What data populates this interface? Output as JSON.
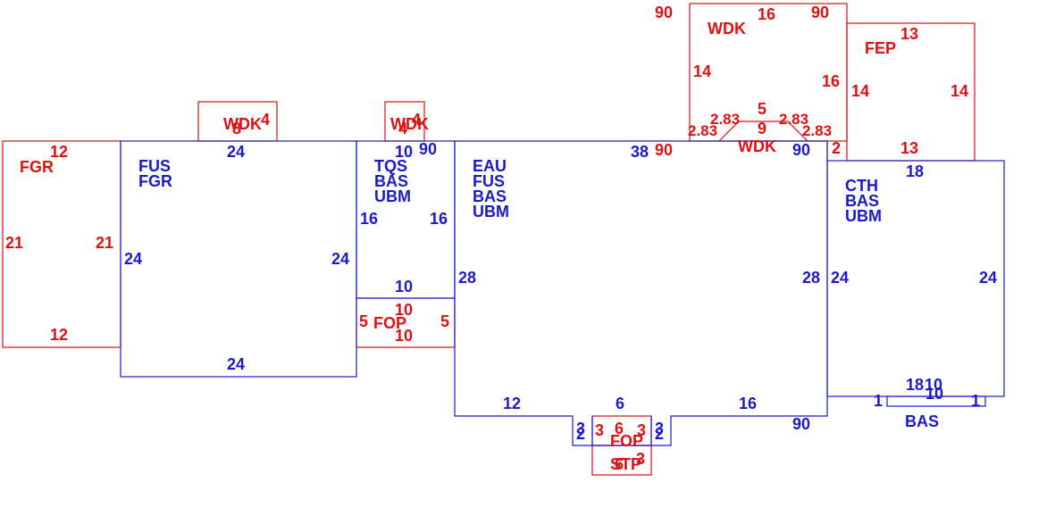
{
  "colors": {
    "red": "#dd1111",
    "blue": "#1a1acc",
    "background": "#ffffff"
  },
  "labels": {
    "fgr_garage": [
      "FGR"
    ],
    "fus_fgr": [
      "FUS",
      "FGR"
    ],
    "tqs_block": [
      "TQS",
      "BAS",
      "UBM"
    ],
    "eau_block": [
      "EAU",
      "FUS",
      "BAS",
      "UBM"
    ],
    "cth_block": [
      "CTH",
      "BAS",
      "UBM"
    ],
    "wdk_top": "WDK",
    "fep": "FEP",
    "wdk_small_1": "WDK",
    "wdk_small_2": "WDK",
    "wdk_mid": "WDK",
    "fop_left": "FOP",
    "fop_bottom": "FOP",
    "stp": "STP",
    "bas_bottom": "BAS"
  },
  "dims": {
    "fgr_top": "12",
    "fgr_bottom": "12",
    "fgr_left": "21",
    "fgr_right": "21",
    "fus_top": "24",
    "fus_bottom": "24",
    "fus_left": "24",
    "fus_right": "24",
    "tqs_top": "10",
    "tqs_left": "16",
    "tqs_right": "16",
    "tqs_bottom": "10",
    "fop_top": "10",
    "fop_bottom": "10",
    "fop_left": "5",
    "fop_right": "5",
    "eau_top": "38",
    "eau_left": "28",
    "eau_right": "28",
    "eau_bottom_left": "12",
    "eau_bottom_mid": "6",
    "eau_bottom_right": "16",
    "wdk_top_top": "16",
    "wdk_top_left": "14",
    "wdk_top_right": "16",
    "wdk_mid_5": "5",
    "wdk_mid_9": "9",
    "wdk_mid_283_a": "2.83",
    "wdk_mid_283_b": "2.83",
    "wdk_mid_283_c": "2.83",
    "wdk_mid_283_d": "2.83",
    "wdk_mid_2": "2",
    "fep_top": "13",
    "fep_bottom": "13",
    "fep_left": "14",
    "fep_right": "14",
    "cth_top": "18",
    "cth_left": "24",
    "cth_right": "24",
    "cth_bottom_18": "18",
    "cth_bottom_10": "10",
    "bas_width": "10",
    "bas_left": "1",
    "bas_right": "1",
    "wdk_small_8": "8",
    "wdk_small_4": "4",
    "wdk_small2_4a": "4",
    "wdk_small2_4b": "4",
    "step_left_3": "3",
    "step_left_2": "2",
    "step_right_3": "3",
    "step_right_2": "2",
    "fop_bot_3a": "3",
    "fop_bot_6": "6",
    "fop_bot_3b": "3",
    "stp_3": "3",
    "stp_6": "6",
    "ang_90_a": "90",
    "ang_90_b": "90",
    "ang_90_c": "90",
    "ang_90_d": "90",
    "ang_90_e": "90",
    "ang_90_f": "90"
  }
}
